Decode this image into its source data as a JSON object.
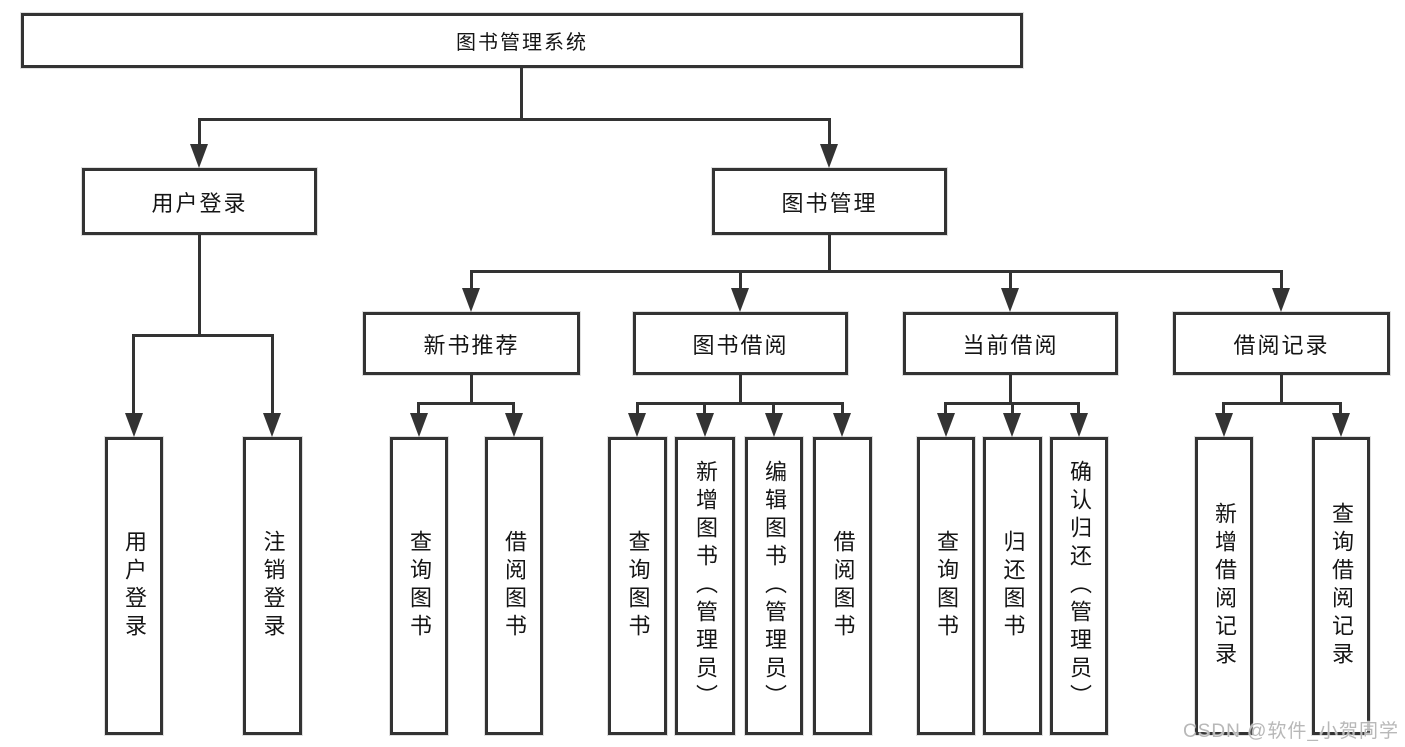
{
  "colors": {
    "line": "#333333",
    "text": "#151515",
    "box_bg": "#ffffff",
    "background": "#ffffff",
    "watermark": "#b8b8b8"
  },
  "watermark": {
    "text": "CSDN @软件_小贺同学"
  },
  "tree": {
    "label": "图书管理系统",
    "children": [
      {
        "label": "用户登录",
        "children": [
          {
            "label": "用户登录"
          },
          {
            "label": "注销登录"
          }
        ]
      },
      {
        "label": "图书管理",
        "children": [
          {
            "label": "新书推荐",
            "children": [
              {
                "label": "查询图书"
              },
              {
                "label": "借阅图书"
              }
            ]
          },
          {
            "label": "图书借阅",
            "children": [
              {
                "label": "查询图书"
              },
              {
                "label": "新增图书（管理员）"
              },
              {
                "label": "编辑图书（管理员）"
              },
              {
                "label": "借阅图书"
              }
            ]
          },
          {
            "label": "当前借阅",
            "children": [
              {
                "label": "查询图书"
              },
              {
                "label": "归还图书"
              },
              {
                "label": "确认归还（管理员）"
              }
            ]
          },
          {
            "label": "借阅记录",
            "children": [
              {
                "label": "新增借阅记录"
              },
              {
                "label": "查询借阅记录"
              }
            ]
          }
        ]
      }
    ]
  }
}
